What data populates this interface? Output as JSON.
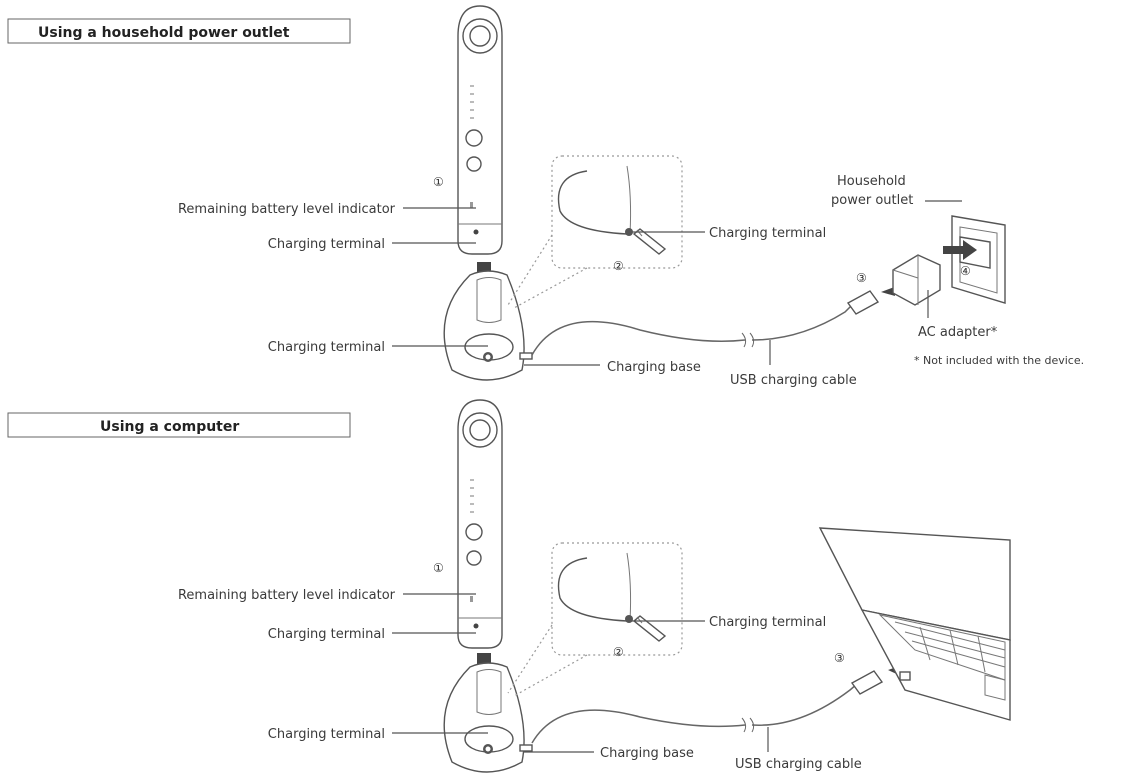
{
  "sections": [
    {
      "title": "Using a household power outlet",
      "labels": {
        "battery_indicator": "Remaining battery level indicator",
        "device_terminal": "Charging terminal",
        "base_terminal": "Charging terminal",
        "zoom_terminal": "Charging terminal",
        "charging_base": "Charging base",
        "usb_cable": "USB charging cable",
        "outlet_line1": "Household",
        "outlet_line2": "power outlet",
        "ac_adapter": "AC adapter*",
        "footnote": "* Not included with the device."
      },
      "steps": [
        "①",
        "②",
        "③",
        "④"
      ]
    },
    {
      "title": "Using a computer",
      "labels": {
        "battery_indicator": "Remaining battery level indicator",
        "device_terminal": "Charging terminal",
        "base_terminal": "Charging terminal",
        "zoom_terminal": "Charging terminal",
        "charging_base": "Charging base",
        "usb_cable": "USB charging cable"
      },
      "steps": [
        "①",
        "②",
        "③"
      ]
    }
  ]
}
